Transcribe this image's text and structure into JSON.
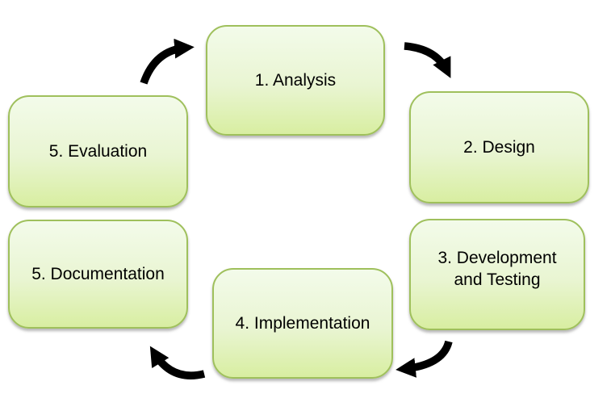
{
  "diagram": {
    "type": "cycle",
    "stages": {
      "analysis": {
        "label": "1. Analysis"
      },
      "design": {
        "label": "2. Design"
      },
      "development_testing": {
        "label": "3. Development and Testing",
        "line1": "3. Development",
        "line2": "and Testing"
      },
      "implementation": {
        "label": "4. Implementation"
      },
      "documentation": {
        "label": "5. Documentation"
      },
      "evaluation": {
        "label": "5. Evaluation"
      }
    },
    "arrows": [
      {
        "name": "evaluation-to-analysis"
      },
      {
        "name": "analysis-to-design"
      },
      {
        "name": "development-to-implementation"
      },
      {
        "name": "implementation-to-documentation"
      }
    ]
  },
  "colors": {
    "box_fill_top": "#f3fbea",
    "box_fill_bottom": "#d8eea1",
    "box_border": "#9fc05c",
    "arrow": "#000000",
    "text": "#000000"
  }
}
